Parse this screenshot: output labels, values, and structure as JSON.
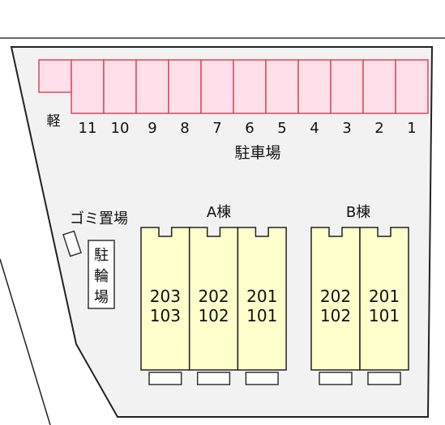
{
  "parking": {
    "kei_label": "軽",
    "space_numbers": [
      "11",
      "10",
      "9",
      "8",
      "7",
      "6",
      "5",
      "4",
      "3",
      "2",
      "1"
    ],
    "title": "駐車場"
  },
  "garbage": {
    "label": "ゴミ置場"
  },
  "bicycle": {
    "label": [
      "駐",
      "輪",
      "場"
    ]
  },
  "building_a": {
    "name": "A棟",
    "units": [
      {
        "upper": "203",
        "lower": "103"
      },
      {
        "upper": "202",
        "lower": "102"
      },
      {
        "upper": "201",
        "lower": "101"
      }
    ]
  },
  "building_b": {
    "name": "B棟",
    "units": [
      {
        "upper": "202",
        "lower": "102"
      },
      {
        "upper": "201",
        "lower": "101"
      }
    ]
  },
  "colors": {
    "parking_fill": "#ffe0ea",
    "parking_stroke": "#e0455f",
    "building_fill": "#ffffcc",
    "lot_fill": "#f2f2f2"
  }
}
